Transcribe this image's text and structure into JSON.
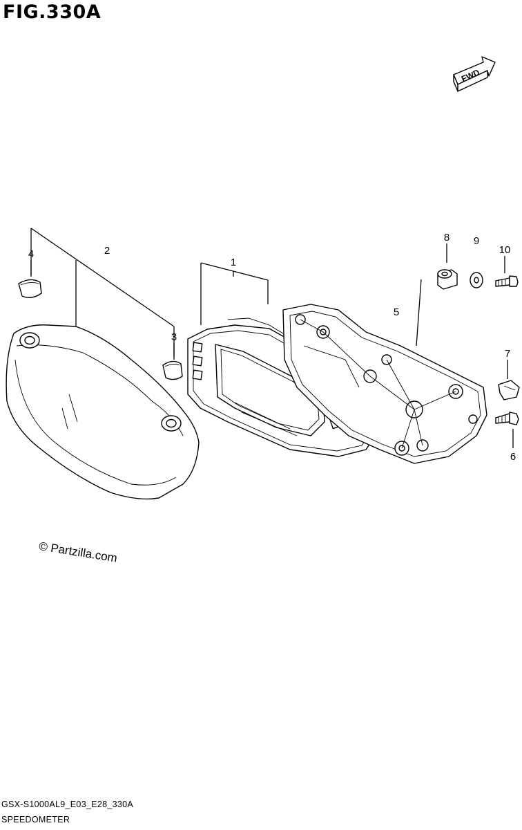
{
  "figure": {
    "title": "FIG.330A",
    "model_code": "GSX-S1000AL9_E03_E28_330A",
    "caption": "SPEEDOMETER",
    "copyright": "© Partzilla.com"
  },
  "fwd_arrow": {
    "label": "FWD"
  },
  "callouts": [
    {
      "number": "1",
      "part": "meter-assembly"
    },
    {
      "number": "2",
      "part": "meter-cover"
    },
    {
      "number": "3",
      "part": "grommet"
    },
    {
      "number": "4",
      "part": "grommet"
    },
    {
      "number": "5",
      "part": "meter-case"
    },
    {
      "number": "6",
      "part": "screw"
    },
    {
      "number": "7",
      "part": "nut"
    },
    {
      "number": "8",
      "part": "cushion"
    },
    {
      "number": "9",
      "part": "washer"
    },
    {
      "number": "10",
      "part": "bolt"
    }
  ]
}
